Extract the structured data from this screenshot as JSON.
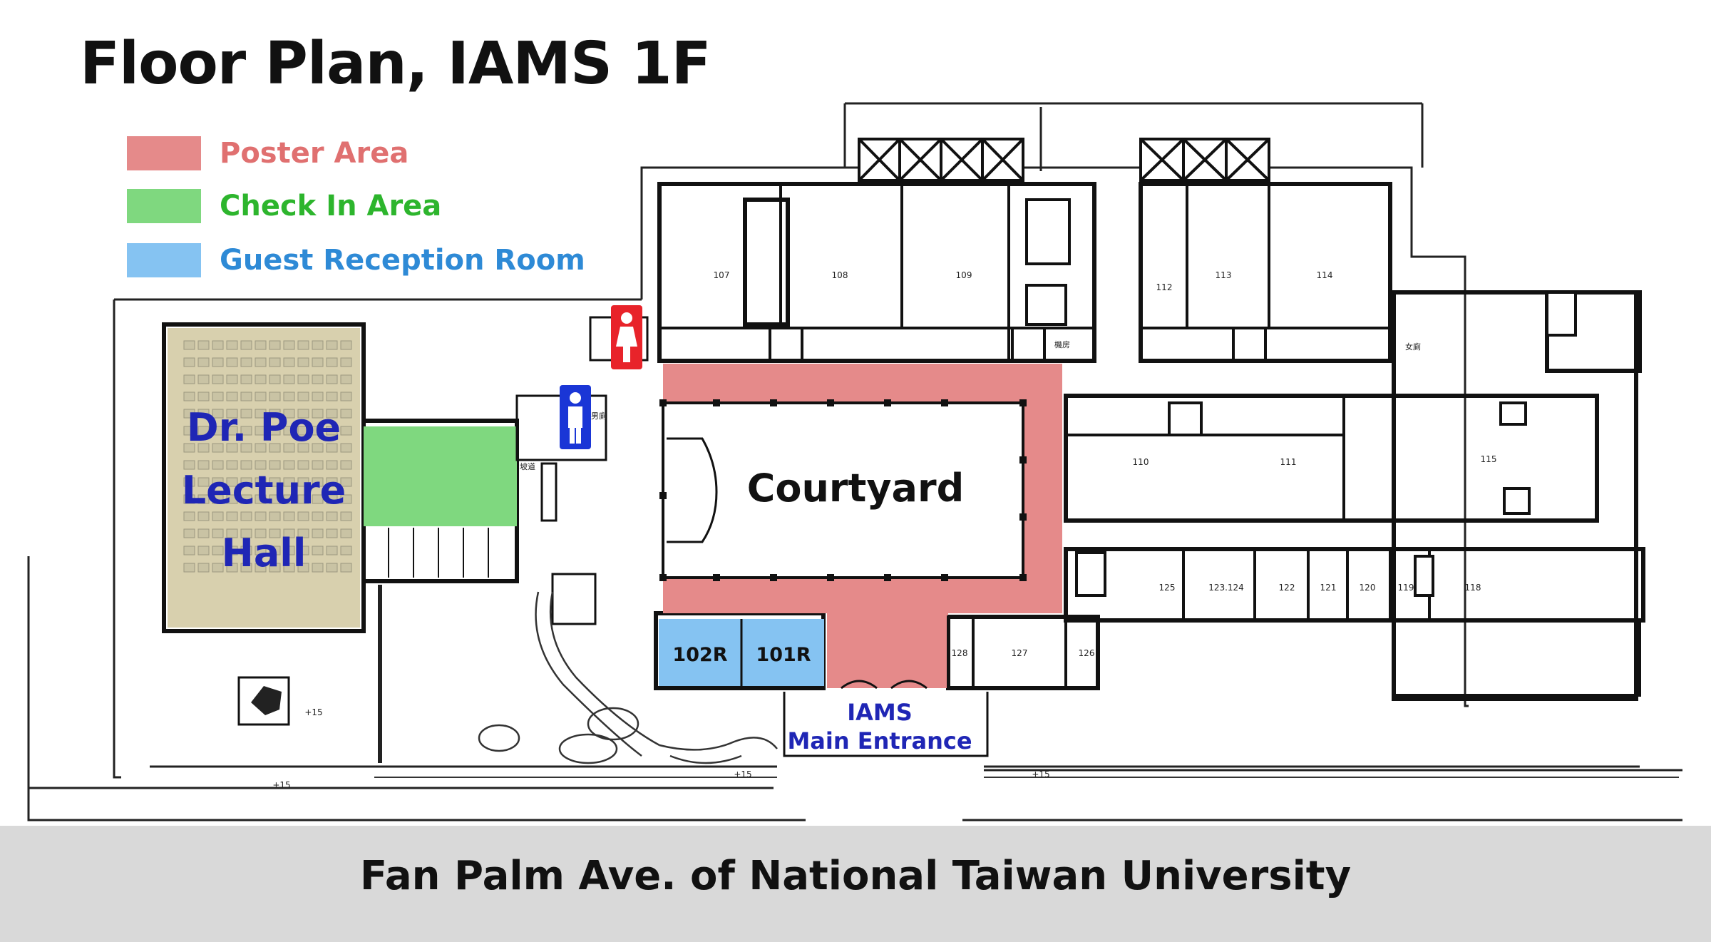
{
  "title": "Floor Plan, IAMS 1F",
  "legend": [
    {
      "label": "Poster Area",
      "color": "#e58a8a",
      "text_color": "#e07070"
    },
    {
      "label": "Check In Area",
      "color": "#7fd87f",
      "text_color": "#2db52d"
    },
    {
      "label": "Guest Reception Room",
      "color": "#85c3f2",
      "text_color": "#2e8ad6"
    }
  ],
  "hall": {
    "line1": "Dr. Poe",
    "line2": "Lecture",
    "line3": "Hall",
    "color": "#d8d0ae",
    "text_color": "#1f26b5"
  },
  "courtyard": "Courtyard",
  "reception_rooms": [
    "102R",
    "101R"
  ],
  "entrance": {
    "line1": "IAMS",
    "line2": "Main Entrance",
    "text_color": "#1f26b5"
  },
  "street": "Fan Palm Ave. of National Taiwan University",
  "rooms": [
    "107",
    "108",
    "109",
    "112",
    "113",
    "114",
    "110",
    "111",
    "115",
    "125",
    "123.124",
    "122",
    "121",
    "120",
    "119",
    "118",
    "128",
    "127",
    "126"
  ],
  "elevations": [
    "+15",
    "+15",
    "+15",
    "+15"
  ],
  "cjk_labels": [
    "機房",
    "女廁",
    "男廁",
    "坡道"
  ],
  "restroom_icons": [
    "female-restroom-icon",
    "male-restroom-icon"
  ]
}
